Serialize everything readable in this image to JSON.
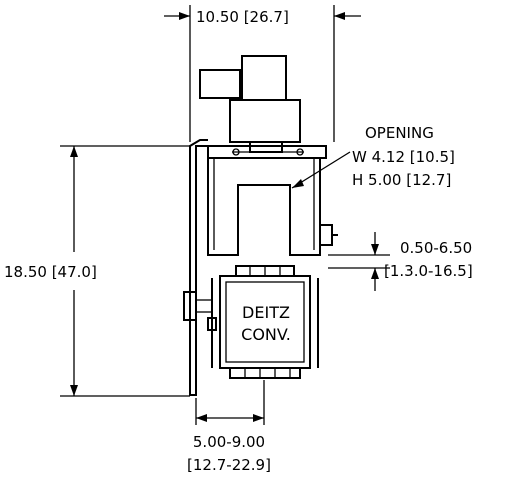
{
  "dimensions": {
    "top_width": "10.50 [26.7]",
    "overall_height": "18.50 [47.0]",
    "opening_title": "OPENING",
    "opening_width": "W  4.12 [10.5]",
    "opening_height": "H  5.00 [12.7]",
    "gap_range": "0.50-6.50",
    "gap_range_metric": "[1.3.0-16.5]",
    "depth_range": "5.00-9.00",
    "depth_range_metric": "[12.7-22.9]"
  },
  "conveyor": {
    "line1": "DEITZ",
    "line2": "CONV."
  }
}
